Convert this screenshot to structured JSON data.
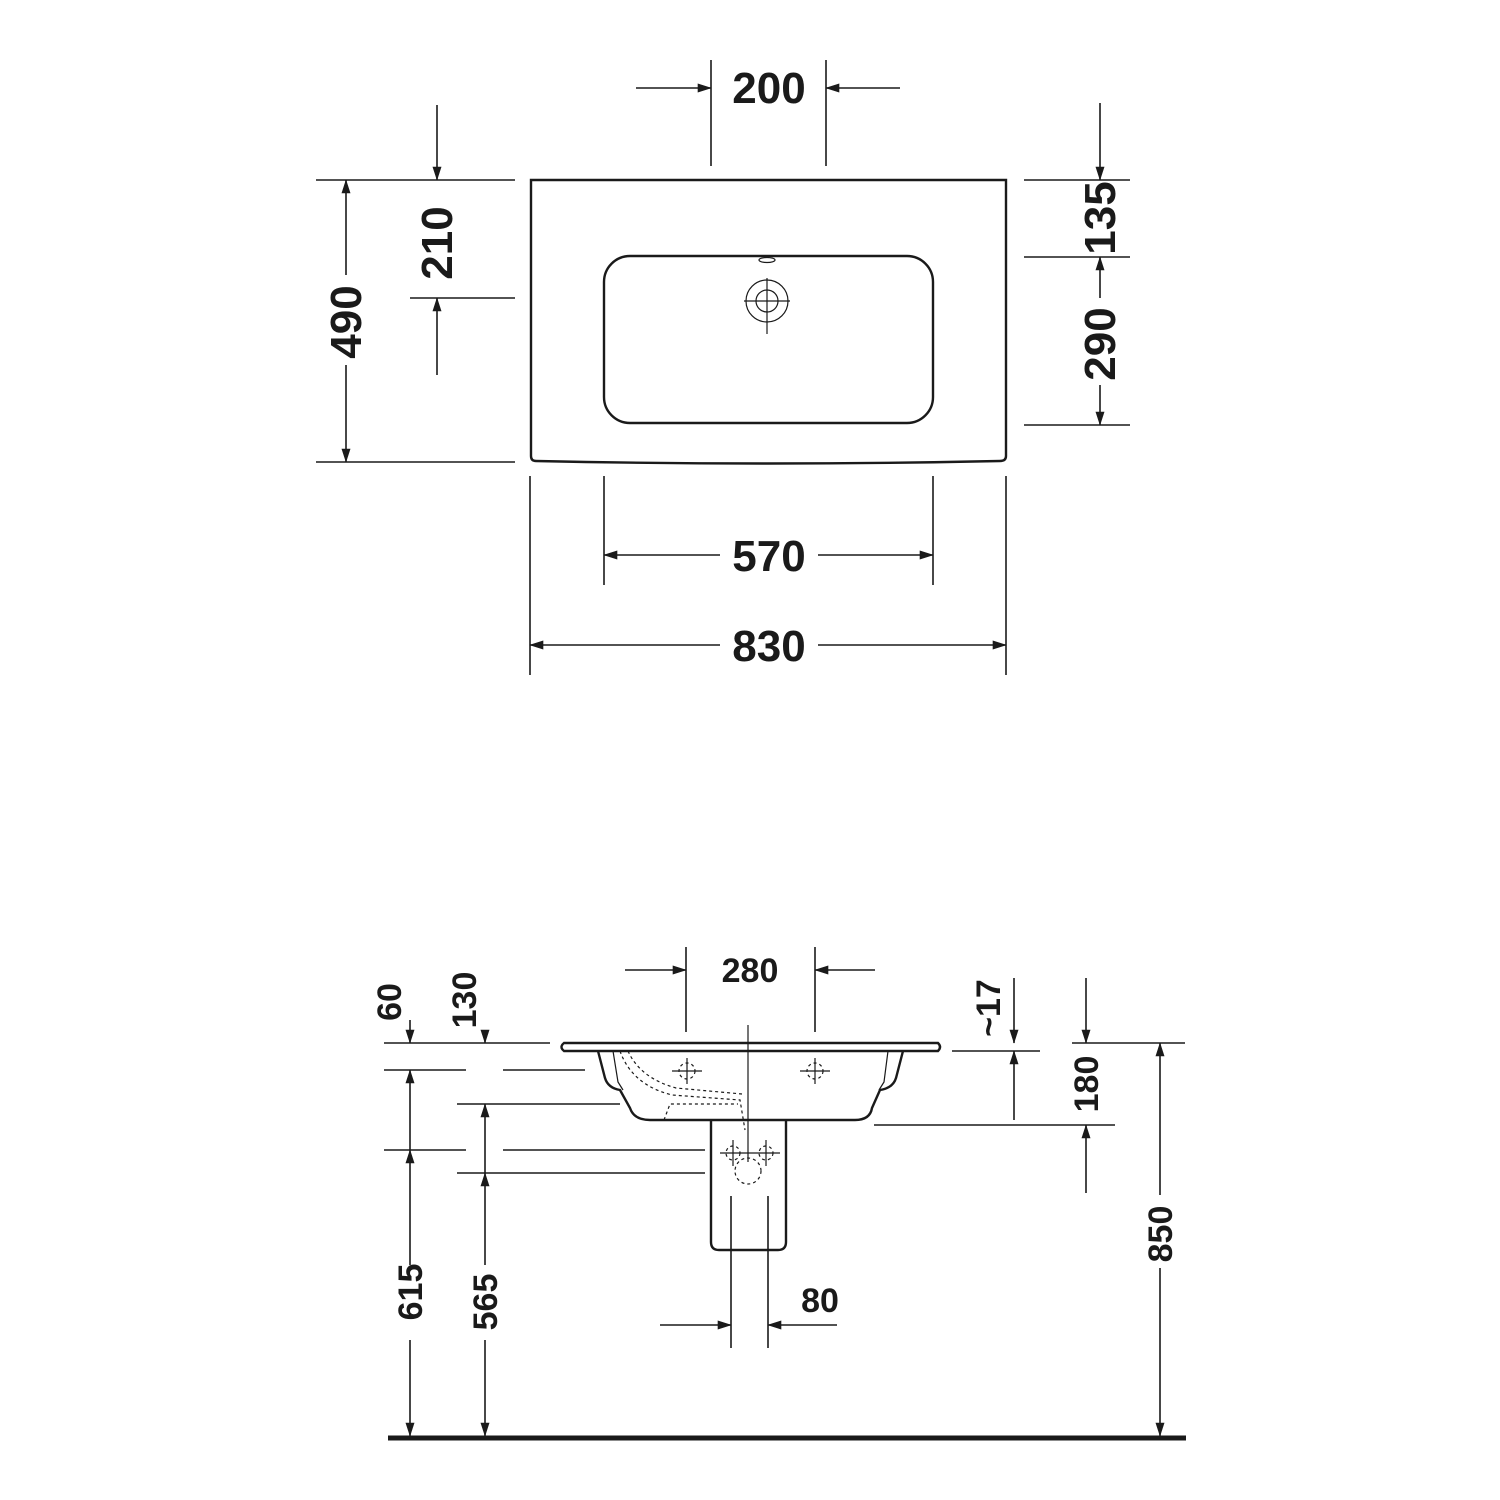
{
  "top_view": {
    "dims": {
      "tap_hole_offset": "200",
      "front_to_bowl": "210",
      "total_depth": "490",
      "back_to_bowl": "135",
      "bowl_depth": "290",
      "bowl_width": "570",
      "total_width": "830"
    }
  },
  "side_view": {
    "dims": {
      "fixing_spacing": "280",
      "rim_thickness": "60",
      "bowl_offset": "130",
      "rim_approx": "~17",
      "basin_height": "180",
      "siphon_width": "80",
      "total_height": "850",
      "floor_to_fixing": "615",
      "floor_to_drain": "565"
    }
  }
}
